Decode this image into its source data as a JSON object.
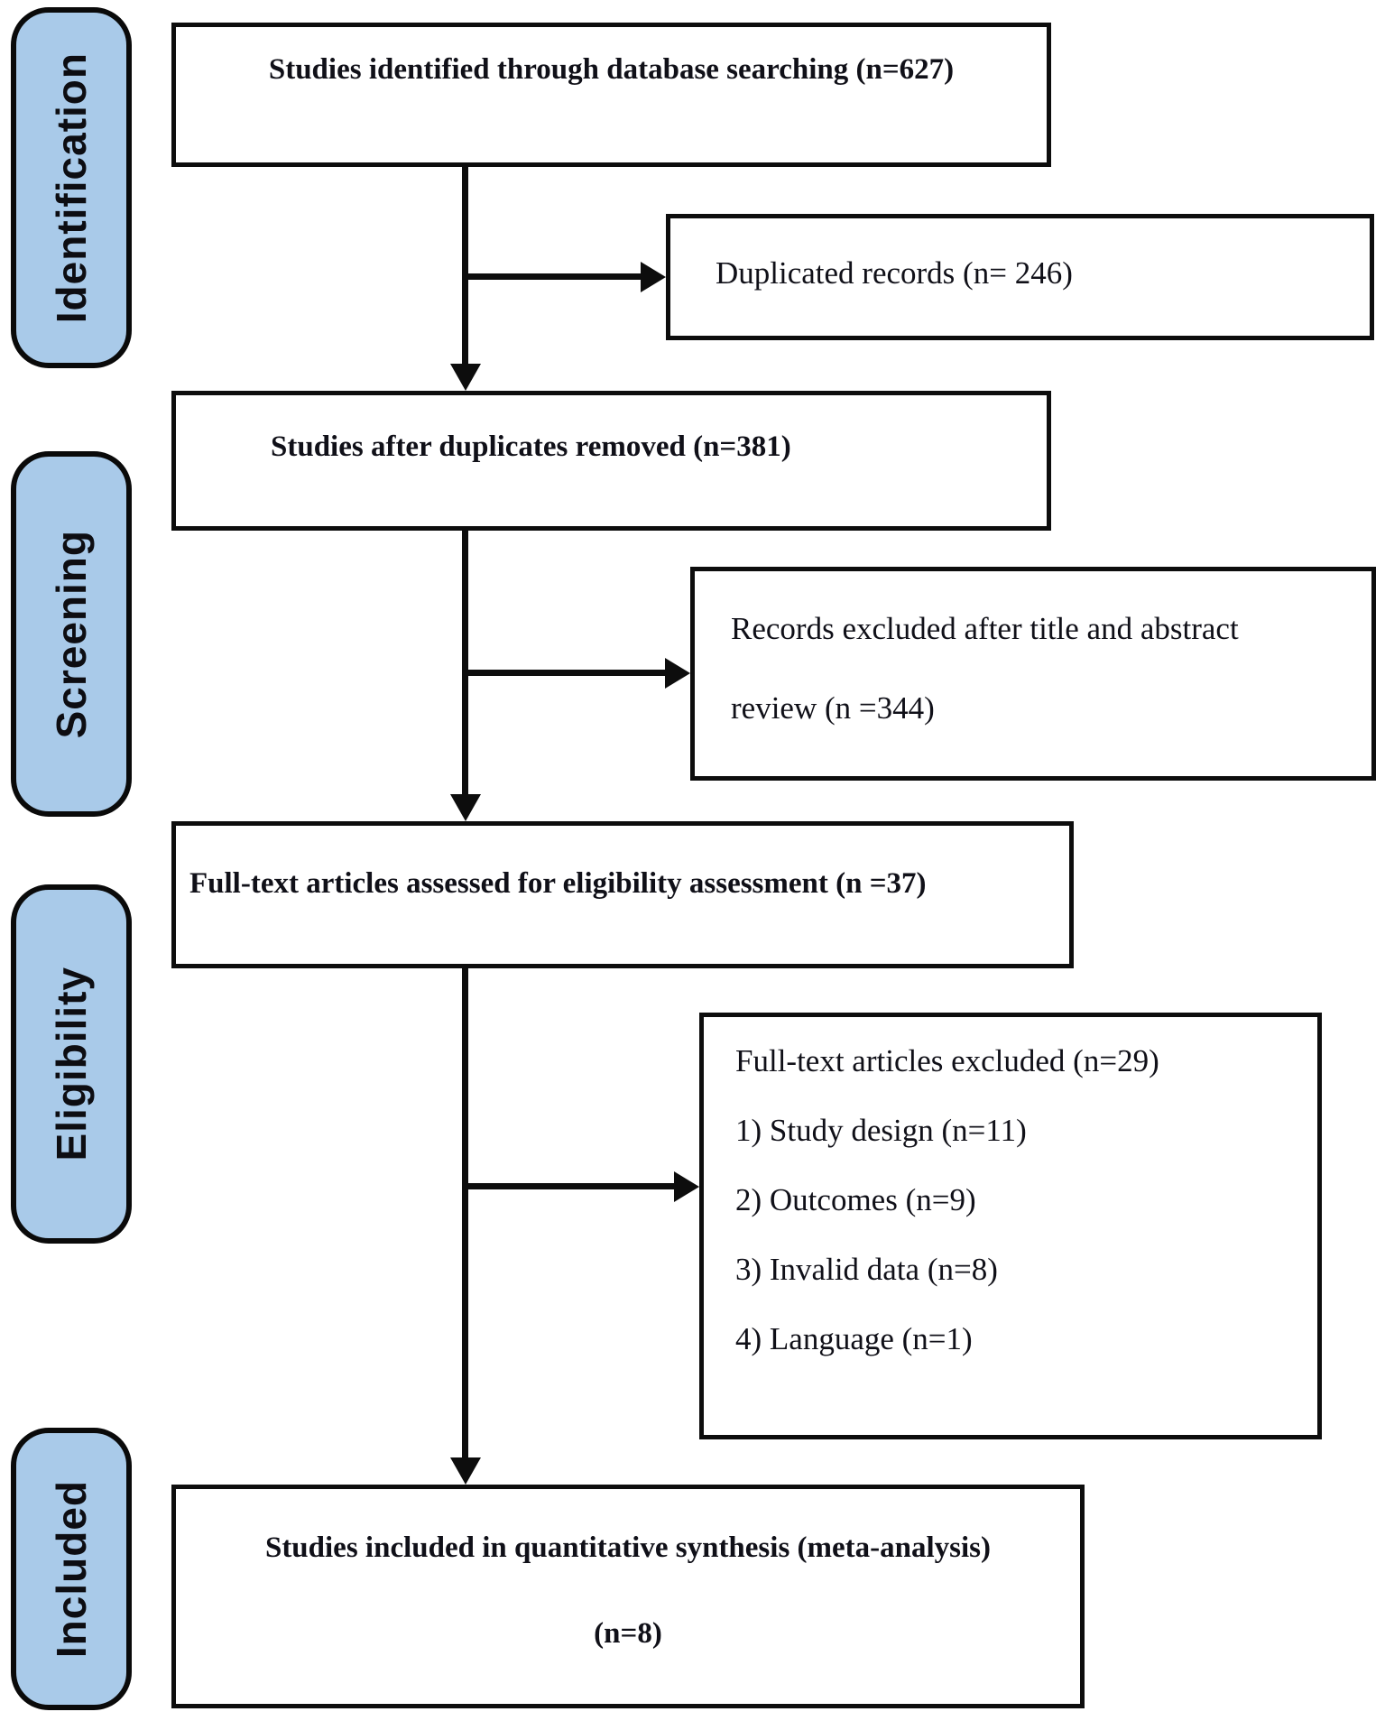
{
  "page": {
    "background_color": "#ffffff",
    "border_color": "#0d0d0d"
  },
  "sidebar": {
    "fill_color": "#a9cae9",
    "stages": [
      {
        "label": "Identification"
      },
      {
        "label": "Screening"
      },
      {
        "label": "Eligibility"
      },
      {
        "label": "Included"
      }
    ]
  },
  "flow": {
    "identified": {
      "text": "Studies identified through database searching (n=627)"
    },
    "after_duplicates": {
      "text": "Studies after duplicates removed (n=381)"
    },
    "fulltext_assessed": {
      "text": "Full-text articles assessed for eligibility assessment (n =37)"
    },
    "included": {
      "line1": "Studies included in quantitative synthesis (meta-analysis)",
      "line2": "(n=8)"
    }
  },
  "exclusions": {
    "duplicated": {
      "text": "Duplicated records (n= 246)"
    },
    "title_abstract": {
      "line1": "Records excluded after title and abstract",
      "line2": "review (n =344)"
    },
    "fulltext_excluded": {
      "header": "Full-text articles excluded (n=29)",
      "reasons": [
        "1) Study design (n=11)",
        "2) Outcomes (n=9)",
        "3) Invalid data (n=8)",
        "4) Language (n=1)"
      ]
    }
  }
}
